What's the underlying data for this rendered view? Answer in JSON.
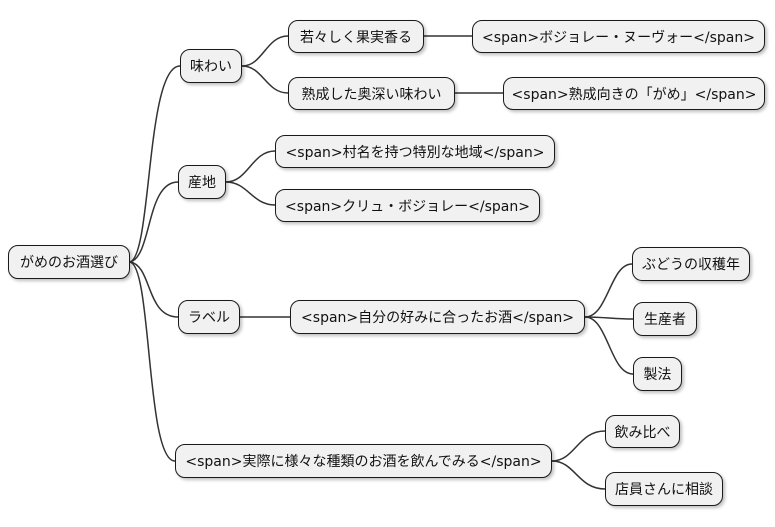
{
  "mindmap": {
    "title": "がめのお酒選び mind map",
    "root": {
      "label": "がめのお酒選び"
    },
    "branches": [
      {
        "label": "味わい",
        "children": [
          {
            "label": "若々しく果実香る",
            "children": [
              {
                "label": "<span>ボジョレー・ヌーヴォー</span>"
              }
            ]
          },
          {
            "label": "熟成した奥深い味わい",
            "children": [
              {
                "label": "<span>熟成向きの「がめ」</span>"
              }
            ]
          }
        ]
      },
      {
        "label": "産地",
        "children": [
          {
            "label": "<span>村名を持つ特別な地域</span>"
          },
          {
            "label": "<span>クリュ・ボジョレー</span>"
          }
        ]
      },
      {
        "label": "ラベル",
        "children": [
          {
            "label": "<span>自分の好みに合ったお酒</span>",
            "children": [
              {
                "label": "ぶどうの収穫年"
              },
              {
                "label": "生産者"
              },
              {
                "label": "製法"
              }
            ]
          }
        ]
      },
      {
        "label": "<span>実際に様々な種類のお酒を飲んでみる</span>",
        "children": [
          {
            "label": "飲み比べ"
          },
          {
            "label": "店員さんに相談"
          }
        ]
      }
    ],
    "style": {
      "background": "#ffffff",
      "node_fill": "#f1f1f1",
      "node_border": "#1a1a1a",
      "edge_color": "#333333"
    }
  }
}
